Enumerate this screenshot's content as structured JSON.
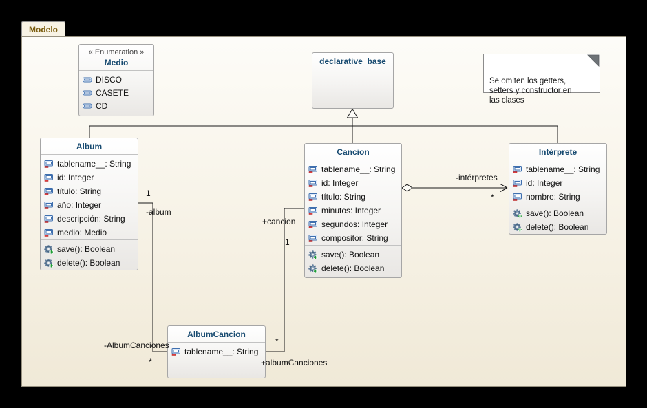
{
  "frame": {
    "title": "Modelo"
  },
  "note": {
    "text": "Se omiten los getters,\nsetters y constructor en\nlas clases"
  },
  "enumeration": {
    "stereotype": "« Enumeration »",
    "name": "Medio",
    "literals": [
      "DISCO",
      "CASETE",
      "CD"
    ]
  },
  "classes": {
    "declarative_base": {
      "name": "declarative_base"
    },
    "album": {
      "name": "Album",
      "attributes": [
        "tablename__: String",
        "id: Integer",
        "título: String",
        "año: Integer",
        "descripción: String",
        "medio: Medio"
      ],
      "operations": [
        "save(): Boolean",
        "delete(): Boolean"
      ]
    },
    "cancion": {
      "name": "Cancion",
      "attributes": [
        "tablename__: String",
        "id: Integer",
        "título: String",
        "minutos: Integer",
        "segundos: Integer",
        "compositor: String"
      ],
      "operations": [
        "save(): Boolean",
        "delete(): Boolean"
      ]
    },
    "interprete": {
      "name": "Intérprete",
      "attributes": [
        "tablename__: String",
        "id: Integer",
        "nombre: String"
      ],
      "operations": [
        "save(): Boolean",
        "delete(): Boolean"
      ]
    },
    "album_cancion": {
      "name": "AlbumCancion",
      "attributes": [
        "tablename__: String"
      ]
    }
  },
  "relations": {
    "album_to_albumcancion": {
      "source_multiplicity": "1",
      "source_role": "-album",
      "target_role": "-AlbumCanciones",
      "target_multiplicity": "*"
    },
    "cancion_to_albumcancion": {
      "source_role": "+cancion",
      "source_multiplicity": "1",
      "target_multiplicity": "*",
      "target_role": "+albumCanciones"
    },
    "cancion_to_interprete": {
      "target_role": "-intérpretes",
      "target_multiplicity": "*"
    }
  },
  "colors": {
    "class_title": "#174a70",
    "tab_text": "#7b5d0e",
    "canvas_top": "#fdfcf8",
    "canvas_bottom": "#f0e9d7",
    "line": "#1a1a1a"
  }
}
